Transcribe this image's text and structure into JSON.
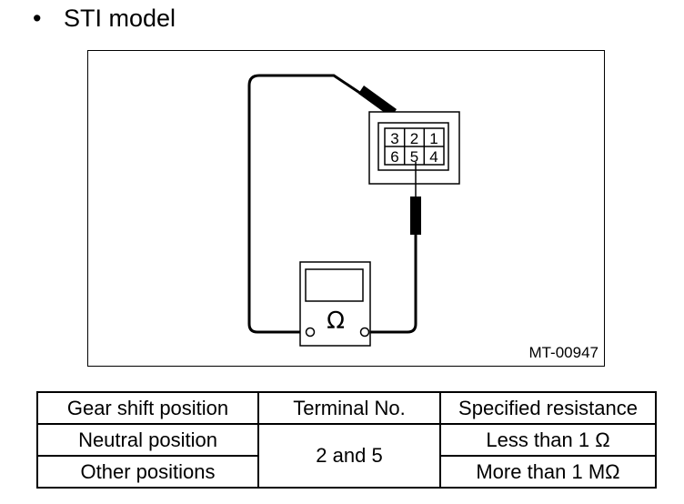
{
  "heading": {
    "bullet": "•",
    "text": "STI model"
  },
  "figure": {
    "code": "MT-00947",
    "connector_pins": [
      "3",
      "2",
      "1",
      "6",
      "5",
      "4"
    ],
    "meter_symbol": "Ω",
    "colors": {
      "line": "#000000",
      "background": "#ffffff"
    },
    "icons": [
      "ohmmeter-icon",
      "probe-icon",
      "connector-icon"
    ]
  },
  "table": {
    "headers": [
      "Gear shift position",
      "Terminal No.",
      "Specified resistance"
    ],
    "rows": [
      {
        "position": "Neutral position",
        "resistance": "Less than 1 Ω"
      },
      {
        "position": "Other positions",
        "resistance": "More than 1 MΩ"
      }
    ],
    "terminal": "2 and 5"
  }
}
